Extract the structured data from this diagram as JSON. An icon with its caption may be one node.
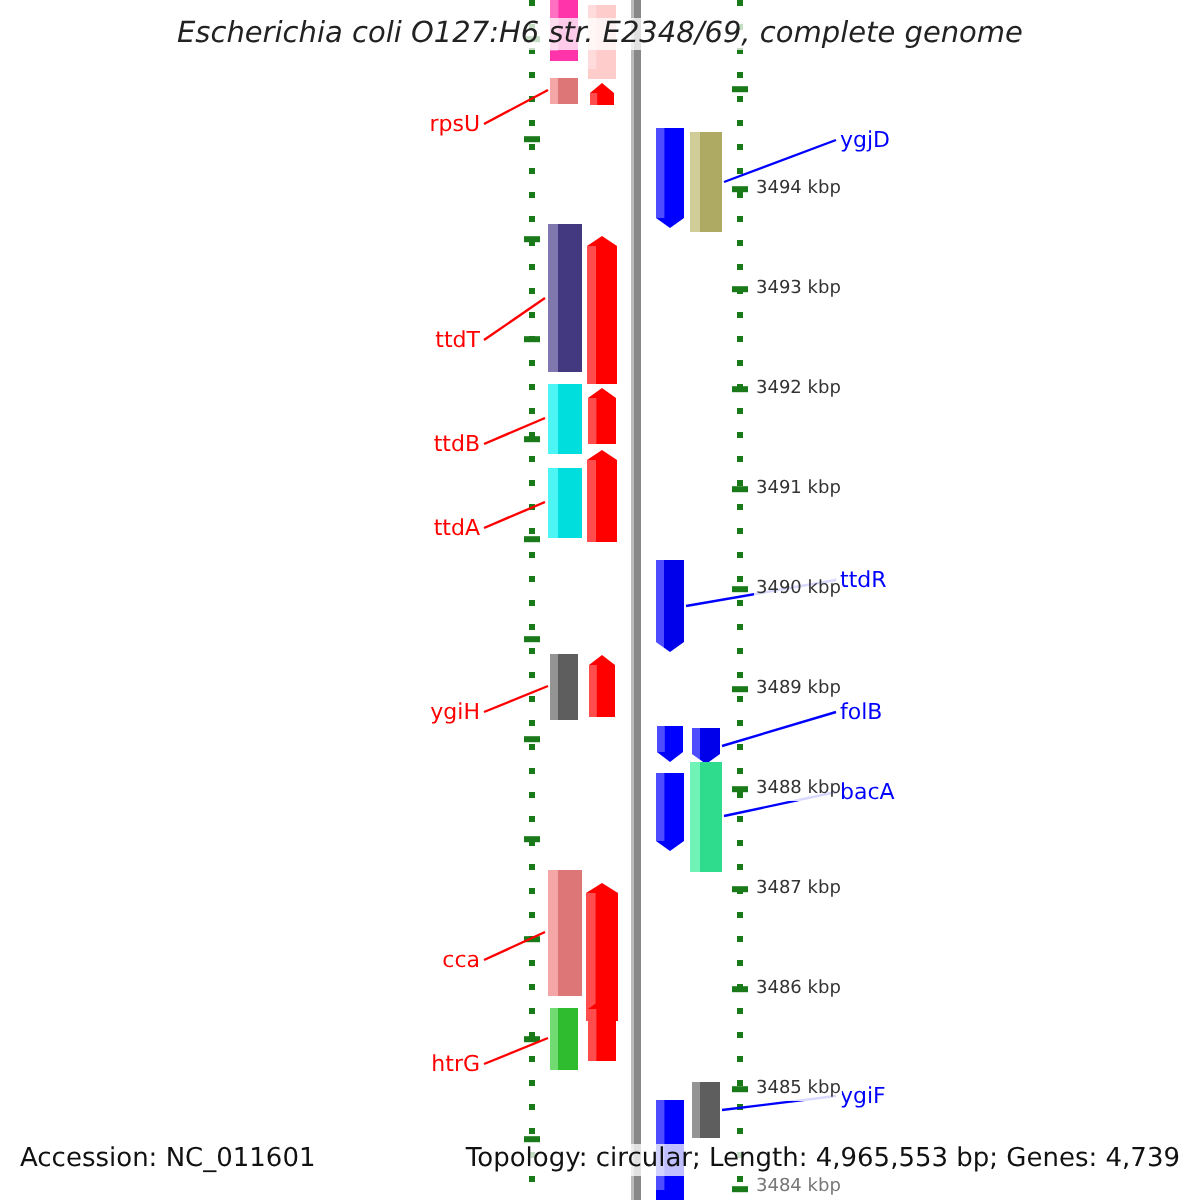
{
  "diagram": {
    "title": "Escherichia coli O127:H6 str. E2348/69, complete genome",
    "nodes": [
      {
        "text": [
          "rpsU"
        ]
      },
      {
        "text": [],
        "shape": "bar"
      },
      {
        "text": [
          "ygjD"
        ]
      },
      {
        "text": [],
        "shape": "bar"
      },
      {
        "text": [
          "ttdT"
        ]
      },
      {
        "text": [],
        "shape": "bar"
      },
      {
        "text": [
          "ttdB"
        ]
      },
      {
        "text": [],
        "shape": "bar"
      },
      {
        "text": [
          "ttdA"
        ]
      },
      {
        "text": [],
        "shape": "bar"
      },
      {
        "text": [
          "ttdR"
        ]
      },
      {
        "text": [],
        "shape": "bar"
      },
      {
        "text": [
          "folB"
        ]
      },
      {
        "text": [],
        "shape": "bar"
      },
      {
        "text": [
          "ygiH"
        ]
      },
      {
        "text": [],
        "shape": "bar"
      },
      {
        "text": [
          "bacA"
        ]
      },
      {
        "text": [],
        "shape": "bar"
      },
      {
        "text": [
          "cca"
        ]
      },
      {
        "text": [],
        "shape": "bar"
      },
      {
        "text": [
          "ygiF"
        ]
      },
      {
        "text": [],
        "shape": "bar"
      },
      {
        "text": [
          "htrG"
        ]
      },
      {
        "text": [],
        "shape": "bar"
      }
    ],
    "edges": [
      {
        "from": 0,
        "to": 1,
        "arrow": "none",
        "color": "#ff0000"
      },
      {
        "from": 2,
        "to": 3,
        "arrow": "none",
        "color": "#0000ff"
      },
      {
        "from": 4,
        "to": 5,
        "arrow": "none",
        "color": "#ff0000"
      },
      {
        "from": 6,
        "to": 7,
        "arrow": "none",
        "color": "#ff0000"
      },
      {
        "from": 8,
        "to": 9,
        "arrow": "none",
        "color": "#ff0000"
      },
      {
        "from": 10,
        "to": 11,
        "arrow": "none",
        "color": "#0000ff"
      },
      {
        "from": 12,
        "to": 13,
        "arrow": "none",
        "color": "#0000ff"
      },
      {
        "from": 14,
        "to": 15,
        "arrow": "none",
        "color": "#ff0000"
      },
      {
        "from": 16,
        "to": 17,
        "arrow": "none",
        "color": "#0000ff"
      },
      {
        "from": 18,
        "to": 19,
        "arrow": "none",
        "color": "#ff0000"
      },
      {
        "from": 20,
        "to": 21,
        "arrow": "none",
        "color": "#0000ff"
      },
      {
        "from": 22,
        "to": 23,
        "arrow": "none",
        "color": "#ff0000"
      }
    ],
    "labels": [
      "3494 kbp",
      "3493 kbp",
      "3492 kbp",
      "3491 kbp",
      "3490 kbp",
      "3489 kbp",
      "3488 kbp",
      "3487 kbp",
      "3486 kbp",
      "3485 kbp",
      "3484 kbp",
      "Accession: NC_011601",
      "Topology: circular; Length: 4,965,553 bp; Genes: 4,739"
    ]
  }
}
